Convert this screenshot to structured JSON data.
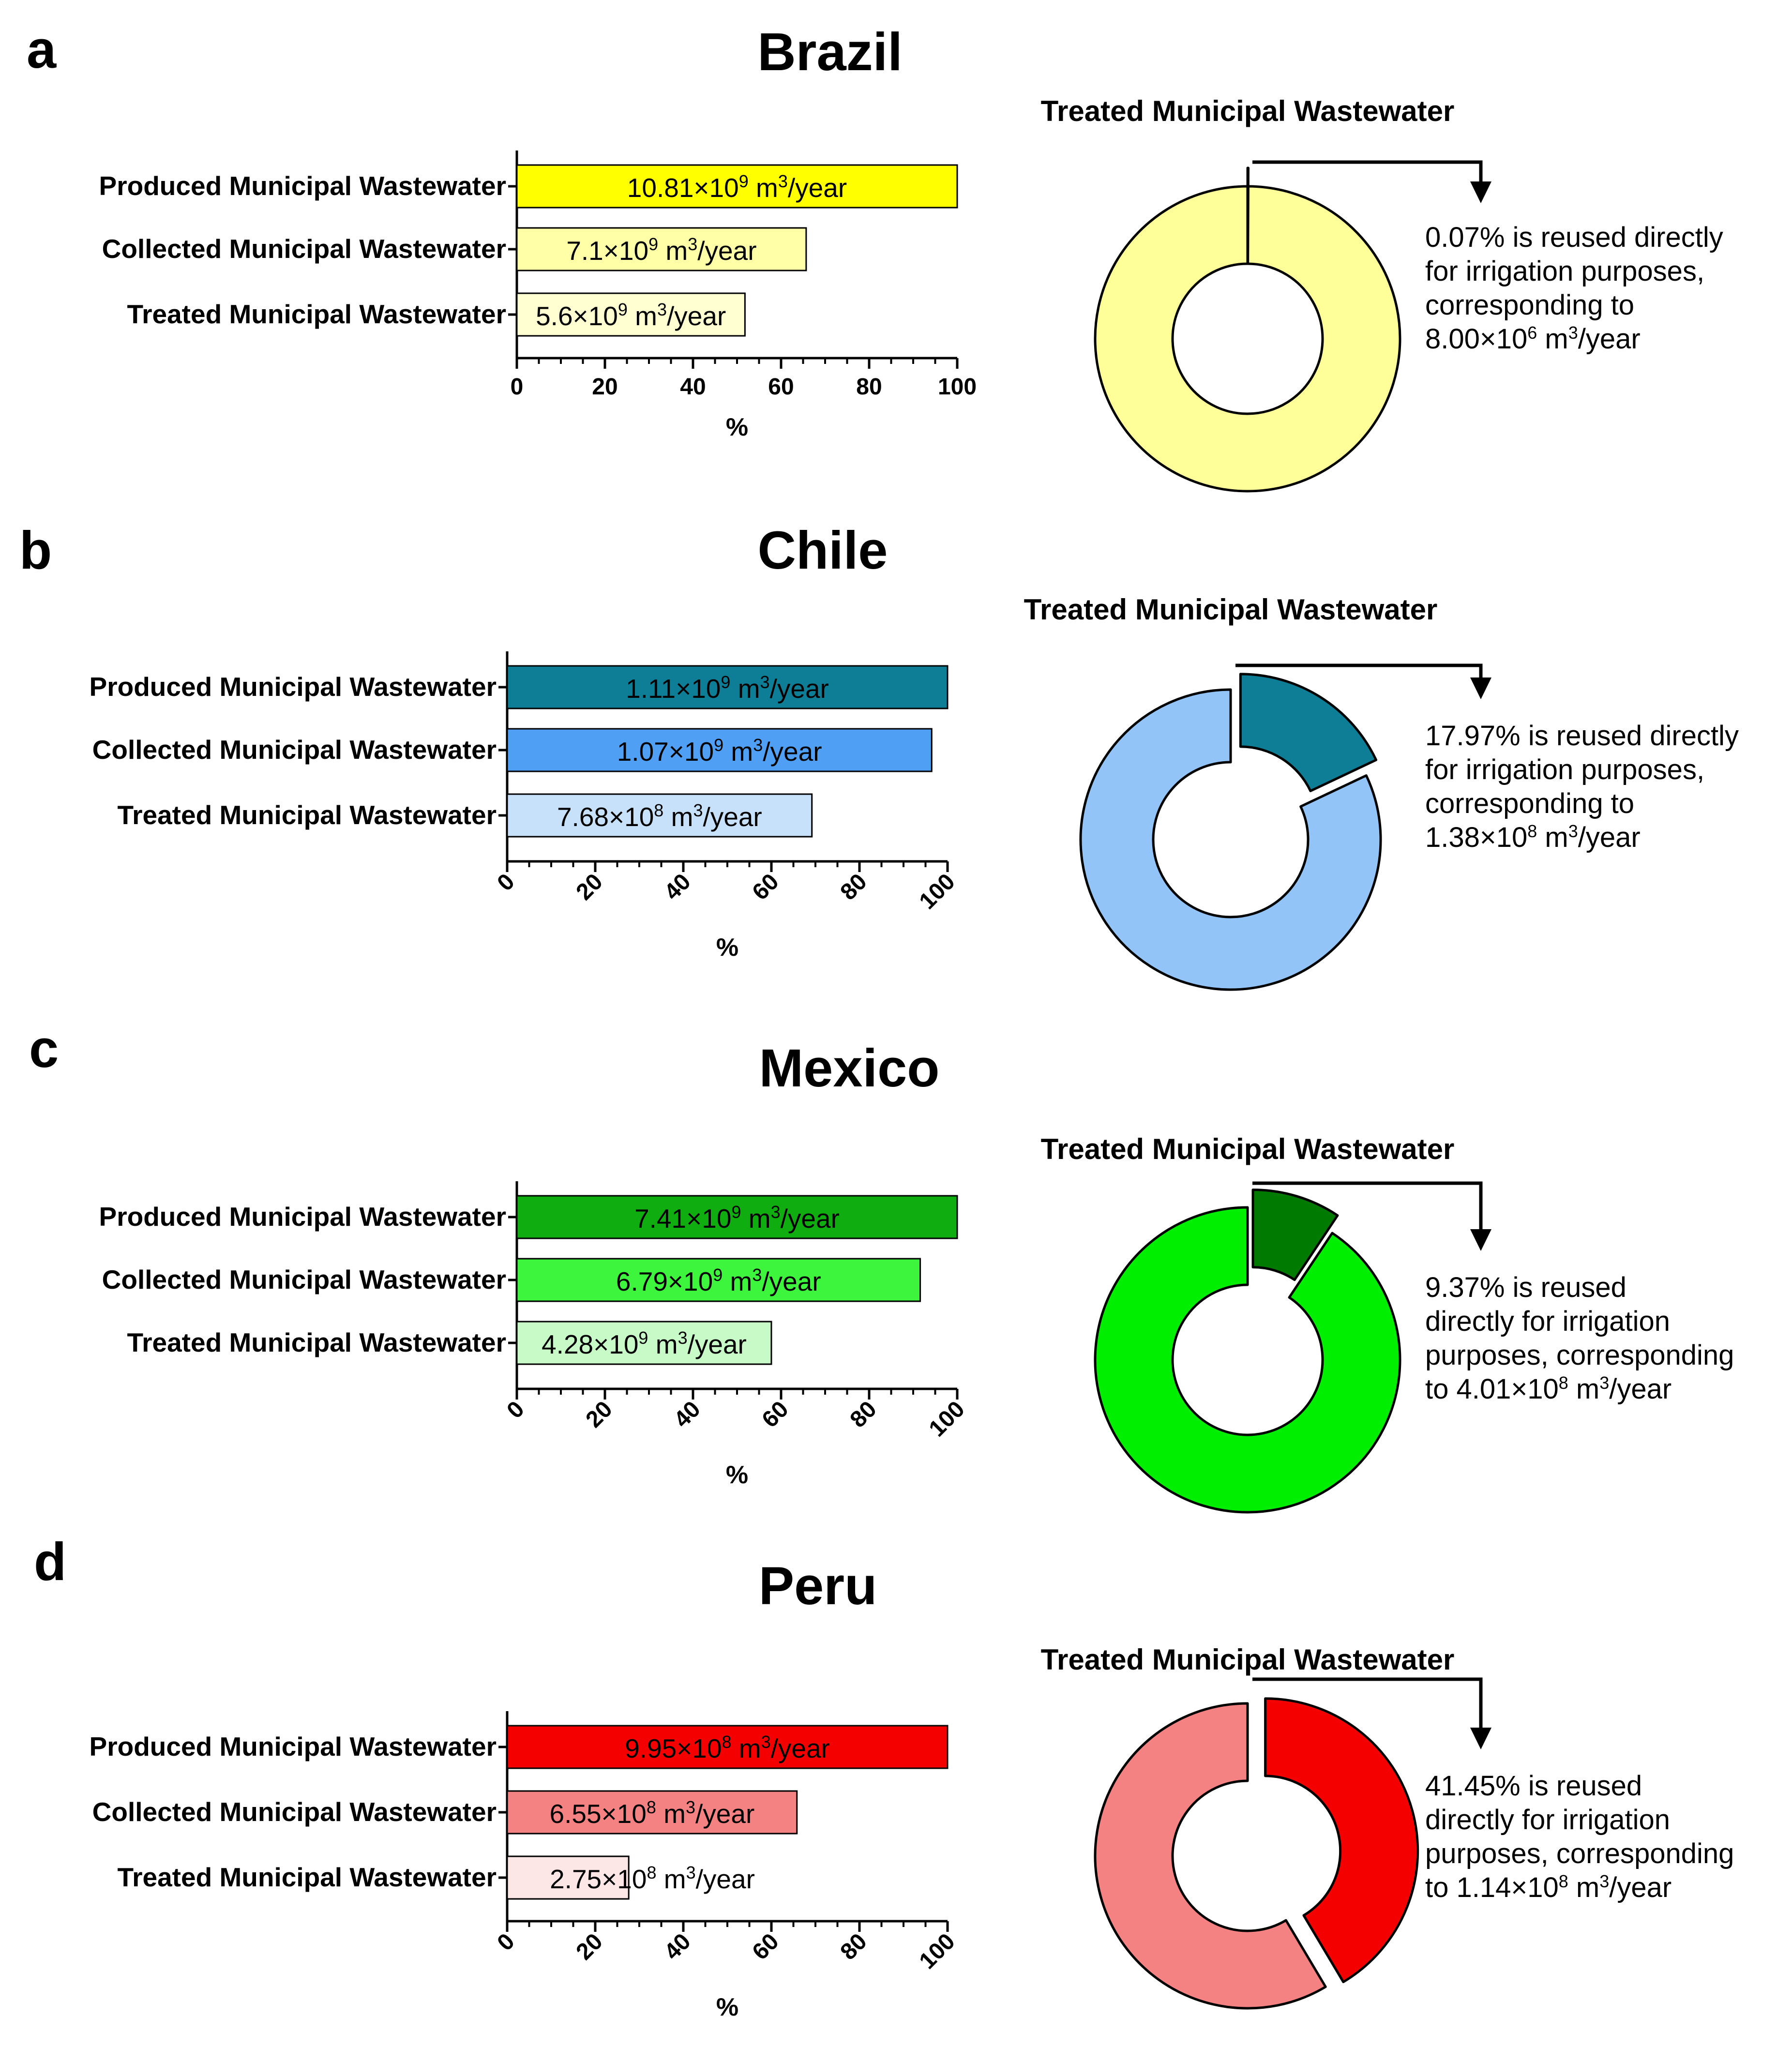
{
  "chart_data": [
    {
      "type": "bar",
      "panel_letter": "a",
      "title": "Brazil",
      "orientation": "horizontal",
      "categories": [
        "Produced Municipal Wastewater",
        "Collected Municipal Wastewater",
        "Treated Municipal Wastewater"
      ],
      "values": [
        100,
        65.7,
        51.8
      ],
      "bar_labels": [
        {
          "mantissa": "10.81×10",
          "exp": "9",
          "unit": " m",
          "unit_exp": "3",
          "suffix": "/year"
        },
        {
          "mantissa": "7.1×10",
          "exp": "9",
          "unit": " m",
          "unit_exp": "3",
          "suffix": "/year"
        },
        {
          "mantissa": "5.6×10",
          "exp": "9",
          "unit": " m",
          "unit_exp": "3",
          "suffix": "/year"
        }
      ],
      "colors": [
        "#ffff00",
        "#ffffa8",
        "#ffffd2"
      ],
      "xlim": [
        0,
        100
      ],
      "xticks": [
        "0",
        "20",
        "40",
        "60",
        "80",
        "100"
      ],
      "tick_rotation": 0,
      "xlabel": "%",
      "donut": {
        "type": "pie",
        "title": "Treated Municipal Wastewater",
        "values": [
          0.07,
          99.93
        ],
        "colors": [
          "#ffff00",
          "#ffff99"
        ],
        "annotation": [
          "0.07% is reused directly",
          "for irrigation purposes,",
          "corresponding to",
          {
            "mantissa": "8.00×10",
            "exp": "6",
            "unit": " m",
            "unit_exp": "3",
            "suffix": "/year"
          }
        ]
      }
    },
    {
      "type": "bar",
      "panel_letter": "b",
      "title": "Chile",
      "orientation": "horizontal",
      "categories": [
        "Produced Municipal Wastewater",
        "Collected Municipal Wastewater",
        "Treated Municipal Wastewater"
      ],
      "values": [
        100,
        96.4,
        69.2
      ],
      "bar_labels": [
        {
          "mantissa": "1.11×10",
          "exp": "9",
          "unit": " m",
          "unit_exp": "3",
          "suffix": "/year"
        },
        {
          "mantissa": "1.07×10",
          "exp": "9",
          "unit": " m",
          "unit_exp": "3",
          "suffix": "/year"
        },
        {
          "mantissa": "7.68×10",
          "exp": "8",
          "unit": " m",
          "unit_exp": "3",
          "suffix": "/year"
        }
      ],
      "colors": [
        "#0e7d96",
        "#4fa0f5",
        "#c8e1fa"
      ],
      "xlim": [
        0,
        100
      ],
      "xticks": [
        "0",
        "20",
        "40",
        "60",
        "80",
        "100"
      ],
      "tick_rotation": -45,
      "xlabel": "%",
      "donut": {
        "type": "pie",
        "title": "Treated Municipal Wastewater",
        "values": [
          17.97,
          82.03
        ],
        "colors": [
          "#0e7d96",
          "#92c4f8"
        ],
        "annotation": [
          "17.97% is reused directly",
          "for irrigation purposes,",
          "corresponding to",
          {
            "mantissa": "1.38×10",
            "exp": "8",
            "unit": " m",
            "unit_exp": "3",
            "suffix": "/year"
          }
        ]
      }
    },
    {
      "type": "bar",
      "panel_letter": "c",
      "title": "Mexico",
      "orientation": "horizontal",
      "categories": [
        "Produced Municipal Wastewater",
        "Collected Municipal Wastewater",
        "Treated Municipal Wastewater"
      ],
      "values": [
        100,
        91.6,
        57.8
      ],
      "bar_labels": [
        {
          "mantissa": "7.41×10",
          "exp": "9",
          "unit": " m",
          "unit_exp": "3",
          "suffix": "/year"
        },
        {
          "mantissa": "6.79×10",
          "exp": "9",
          "unit": " m",
          "unit_exp": "3",
          "suffix": "/year"
        },
        {
          "mantissa": "4.28×10",
          "exp": "9",
          "unit": " m",
          "unit_exp": "3",
          "suffix": "/year"
        }
      ],
      "colors": [
        "#10ad10",
        "#3df53d",
        "#c8fac8"
      ],
      "xlim": [
        0,
        100
      ],
      "xticks": [
        "0",
        "20",
        "40",
        "60",
        "80",
        "100"
      ],
      "tick_rotation": -45,
      "xlabel": "%",
      "donut": {
        "type": "pie",
        "title": "Treated Municipal Wastewater",
        "values": [
          9.37,
          90.63
        ],
        "colors": [
          "#007a00",
          "#00ee00"
        ],
        "annotation": [
          "9.37% is reused",
          "directly for irrigation",
          "purposes, corresponding",
          {
            "prefix": "to ",
            "mantissa": "4.01×10",
            "exp": "8",
            "unit": " m",
            "unit_exp": "3",
            "suffix": "/year"
          }
        ]
      }
    },
    {
      "type": "bar",
      "panel_letter": "d",
      "title": "Peru",
      "orientation": "horizontal",
      "categories": [
        "Produced Municipal Wastewater",
        "Collected Municipal Wastewater",
        "Treated Municipal Wastewater"
      ],
      "values": [
        100,
        65.8,
        27.6
      ],
      "bar_labels": [
        {
          "mantissa": "9.95×10",
          "exp": "8",
          "unit": " m",
          "unit_exp": "3",
          "suffix": "/year"
        },
        {
          "mantissa": "6.55×10",
          "exp": "8",
          "unit": " m",
          "unit_exp": "3",
          "suffix": "/year"
        },
        {
          "mantissa": "2.75×10",
          "exp": "8",
          "unit": " m",
          "unit_exp": "3",
          "suffix": "/year"
        }
      ],
      "colors": [
        "#f50000",
        "#f58282",
        "#fde6e6"
      ],
      "xlim": [
        0,
        100
      ],
      "xticks": [
        "0",
        "20",
        "40",
        "60",
        "80",
        "100"
      ],
      "tick_rotation": -45,
      "xlabel": "%",
      "donut": {
        "type": "pie",
        "title": "Treated Municipal Wastewater",
        "values": [
          41.45,
          58.55
        ],
        "colors": [
          "#f50000",
          "#f58282"
        ],
        "annotation": [
          "41.45% is reused",
          "directly for irrigation",
          "purposes, corresponding",
          {
            "prefix": "to ",
            "mantissa": "1.14×10",
            "exp": "8",
            "unit": " m",
            "unit_exp": "3",
            "suffix": "/year"
          }
        ]
      }
    }
  ]
}
